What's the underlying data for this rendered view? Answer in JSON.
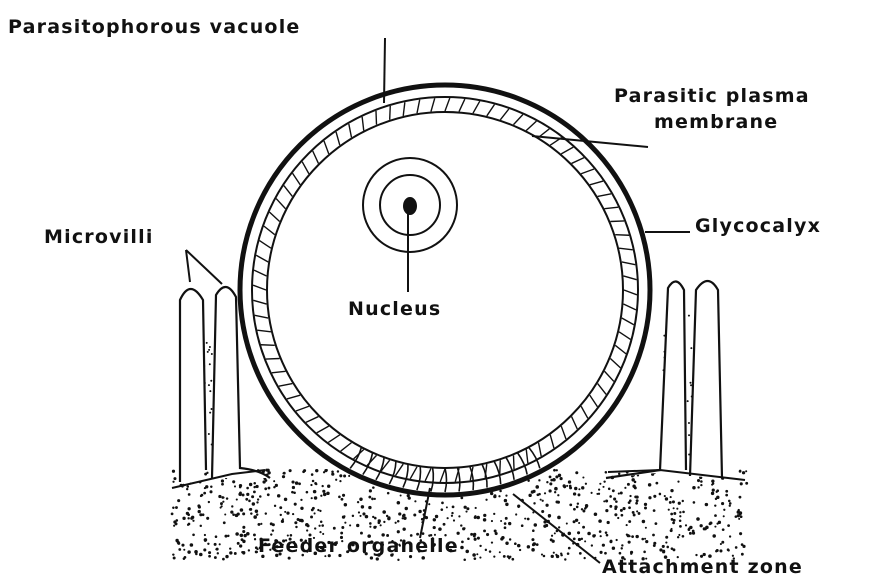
{
  "labels": {
    "parasitophorous_vacuole": "Parasitophorous vacuole",
    "parasitic_plasma_membrane_1": "Parasitic plasma",
    "parasitic_plasma_membrane_2": "membrane",
    "glycocalyx": "Glycocalyx",
    "microvilli": "Microvilli",
    "nucleus": "Nucleus",
    "feeder_organelle": "Feeder organelle",
    "attachment_zone": "Attachment zone"
  },
  "colors": {
    "ink": "#111111",
    "paper": "#ffffff"
  }
}
